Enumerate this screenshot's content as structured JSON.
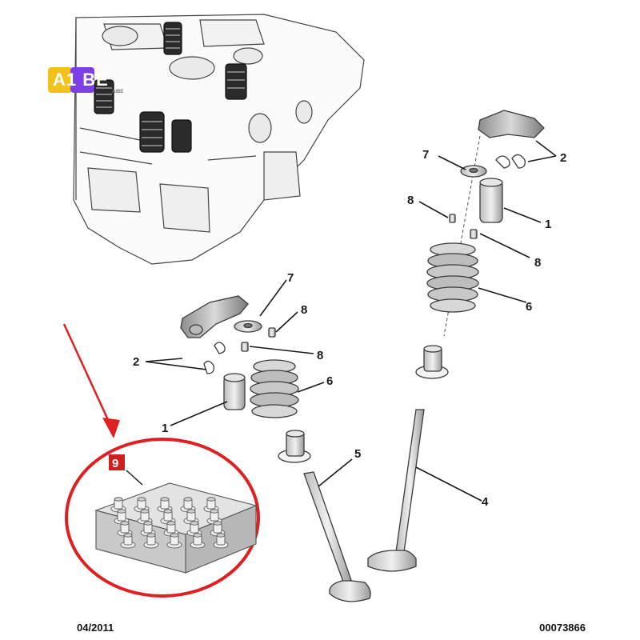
{
  "logo": {
    "brand_text": "A1  BE",
    "sub_text": "AIBE",
    "colors": {
      "yellow": "#f2c21b",
      "purple": "#7b3fe4"
    }
  },
  "callouts": {
    "c1a": "1",
    "c1b": "1",
    "c2a": "2",
    "c2b": "2",
    "c4": "4",
    "c5": "5",
    "c6a": "6",
    "c6b": "6",
    "c7a": "7",
    "c7b": "7",
    "c8a": "8",
    "c8b": "8",
    "c8c": "8",
    "c8d": "8",
    "c9": "9"
  },
  "footer": {
    "date": "04/2011",
    "ref": "00073866"
  },
  "colors": {
    "highlight_red": "#e02020",
    "part_fill": "#e8e8e8",
    "part_stroke": "#3a3a3a",
    "dark_part": "#2b2b2b"
  },
  "icons": {
    "cylinder_head": "cylinder-head-illustration",
    "rocker_arm": "rocker-arm-icon",
    "lash_adjuster": "hydraulic-lash-adjuster-icon",
    "spring": "valve-spring-icon",
    "valve": "valve-icon",
    "seal": "valve-stem-seal-icon"
  }
}
